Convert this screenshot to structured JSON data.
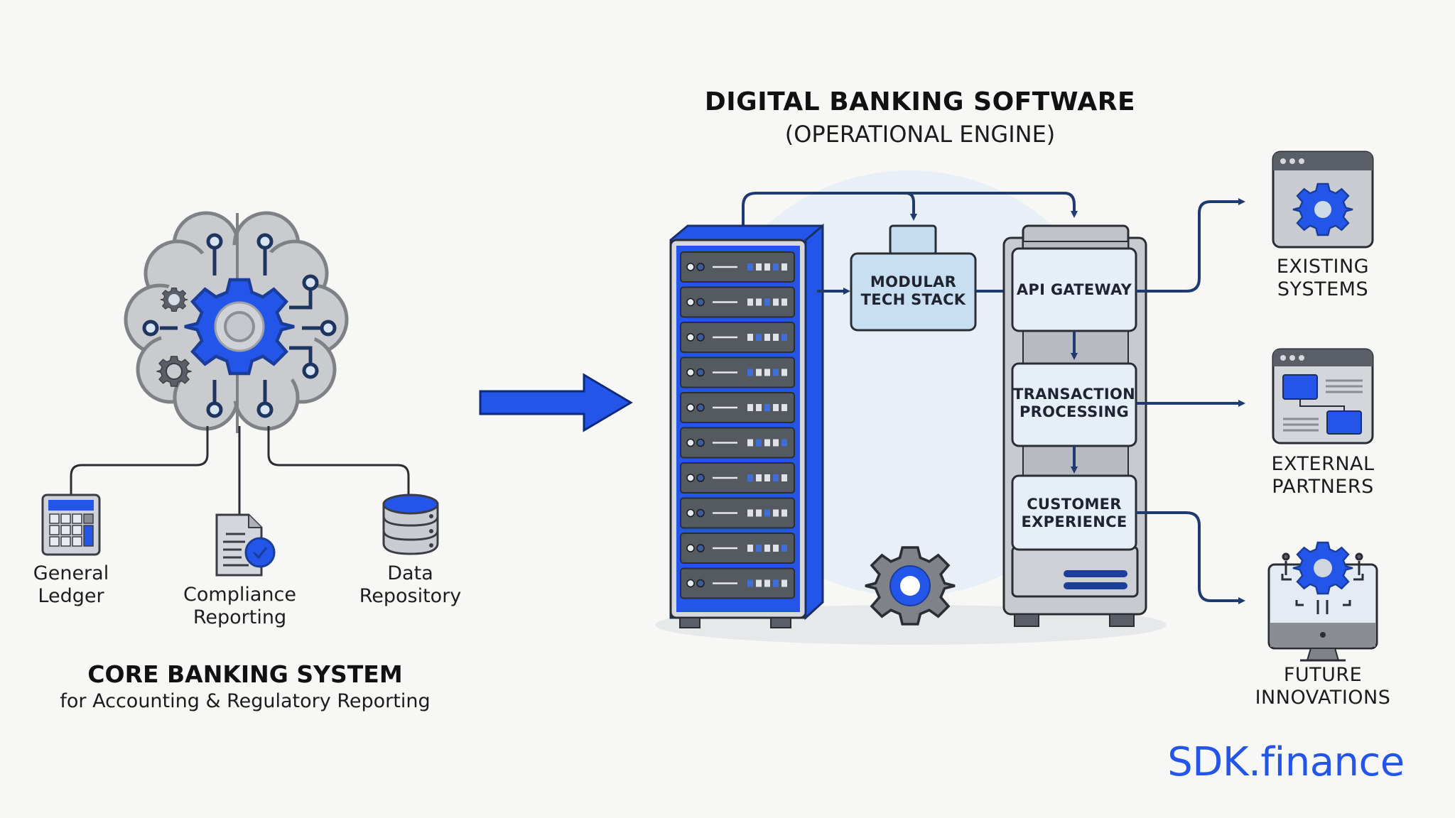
{
  "colors": {
    "accent_blue": "#2356e8",
    "dark_navy": "#1e3a6e",
    "gray_body": "#c8cbd0",
    "dark_gray": "#4a4e55",
    "light_blue": "#d6e6f5",
    "background": "#f7f7f5"
  },
  "core_banking": {
    "icon": "brain-gear-icon",
    "title": "CORE BANKING SYSTEM",
    "subtitle": "for Accounting & Regulatory Reporting",
    "components": [
      {
        "label": "General\nLedger",
        "icon": "calculator-icon"
      },
      {
        "label": "Compliance\nReporting",
        "icon": "document-check-icon"
      },
      {
        "label": "Data\nRepository",
        "icon": "database-icon"
      }
    ]
  },
  "transition_arrow": {
    "icon": "arrow-right-icon"
  },
  "digital_banking": {
    "title": "DIGITAL BANKING SOFTWARE",
    "subtitle": "(OPERATIONAL ENGINE)",
    "server_rack": {
      "icon": "server-rack-icon",
      "units": 10
    },
    "modular_stack": {
      "label": "MODULAR\nTECH STACK"
    },
    "layers": [
      {
        "label": "API GATEWAY"
      },
      {
        "label": "TRANSACTION\nPROCESSING"
      },
      {
        "label": "CUSTOMER\nEXPERIENCE"
      }
    ],
    "gear_icon": "gear-icon"
  },
  "targets": [
    {
      "label": "EXISTING\nSYSTEMS",
      "icon": "window-gear-icon"
    },
    {
      "label": "EXTERNAL\nPARTNERS",
      "icon": "window-flow-icon"
    },
    {
      "label": "FUTURE\nINNOVATIONS",
      "icon": "monitor-gear-icon"
    }
  ],
  "brand": {
    "text": "SDK.finance"
  }
}
